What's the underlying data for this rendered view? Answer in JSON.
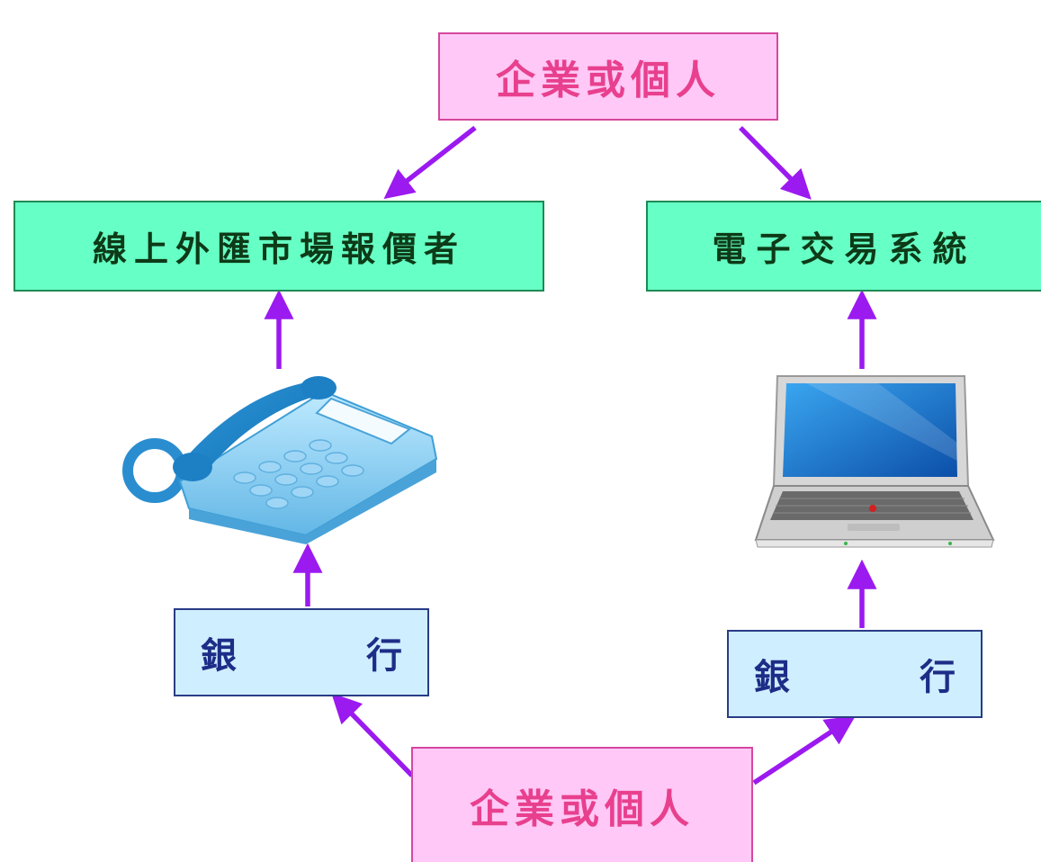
{
  "diagram": {
    "party_top_label": "企業或個人",
    "party_bottom_label": "企業或個人",
    "dealer_left_label": "線上外匯市場報價者",
    "dealer_right_label": "電子交易系統",
    "bank_left": {
      "left_char": "銀",
      "right_char": "行"
    },
    "bank_right": {
      "left_char": "銀",
      "right_char": "行"
    }
  },
  "colors": {
    "arrow": "#9b1af0",
    "party_fill": "#ffc8f6",
    "party_text": "#e8408e",
    "dealer_fill": "#66ffc5",
    "dealer_text": "#0d3a17",
    "bank_fill": "#cfeeff",
    "bank_text": "#1d2d87"
  },
  "icons": {
    "phone": "telephone-icon",
    "laptop": "laptop-icon"
  }
}
